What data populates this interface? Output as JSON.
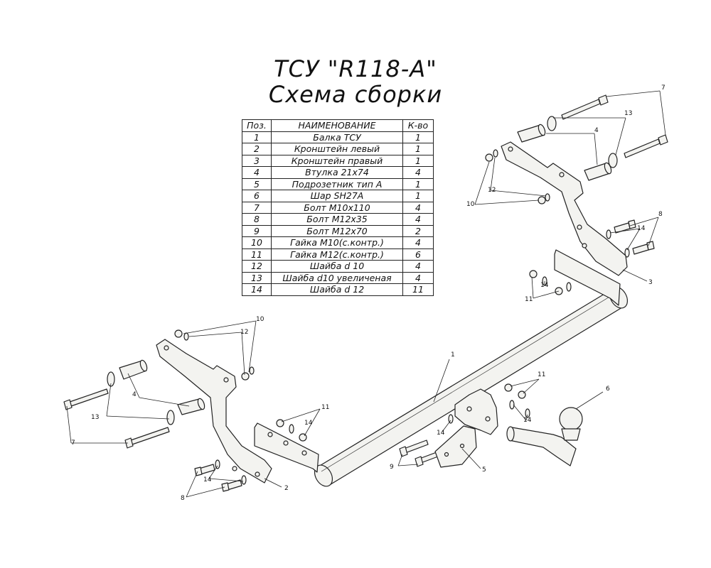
{
  "title": {
    "line1": "ТСУ \"R118-A\"",
    "line2": "Схема сборки"
  },
  "table": {
    "headers": [
      "Поз.",
      "НАИМЕНОВАНИЕ",
      "К-во"
    ],
    "rows": [
      [
        "1",
        "Балка ТСУ",
        "1"
      ],
      [
        "2",
        "Кронштейн левый",
        "1"
      ],
      [
        "3",
        "Кронштейн правый",
        "1"
      ],
      [
        "4",
        "Втулка 21х74",
        "4"
      ],
      [
        "5",
        "Подрозетник тип А",
        "1"
      ],
      [
        "6",
        "Шар SH27A",
        "1"
      ],
      [
        "7",
        "Болт М10х110",
        "4"
      ],
      [
        "8",
        "Болт М12х35",
        "4"
      ],
      [
        "9",
        "Болт М12х70",
        "2"
      ],
      [
        "10",
        "Гайка М10(с.контр.)",
        "4"
      ],
      [
        "11",
        "Гайка М12(с.контр.)",
        "6"
      ],
      [
        "12",
        "Шайба d 10",
        "4"
      ],
      [
        "13",
        "Шайба d10 увеличеная",
        "4"
      ],
      [
        "14",
        "Шайба d 12",
        "11"
      ]
    ]
  },
  "callouts": {
    "c1": "1",
    "c2": "2",
    "c3": "3",
    "c5": "5",
    "c6": "6",
    "c4_left": "4",
    "c4_right": "4",
    "c7_left": "7",
    "c7_right": "7",
    "c8_left": "8",
    "c8_right": "8",
    "c9": "9",
    "c10_left": "10",
    "c10_right": "10",
    "c11_left": "11",
    "c11_right": "11",
    "c11_mid": "11",
    "c12_left": "12",
    "c12_right": "12",
    "c13_left": "13",
    "c13_right": "13",
    "c14_left": "14",
    "c14_right_a": "14",
    "c14_right_b": "14",
    "c14_mid_a": "14",
    "c14_mid_b": "14",
    "c14_mid_c": "14"
  },
  "colors": {
    "part_fill": "#f3f3f0",
    "line": "#222222"
  }
}
